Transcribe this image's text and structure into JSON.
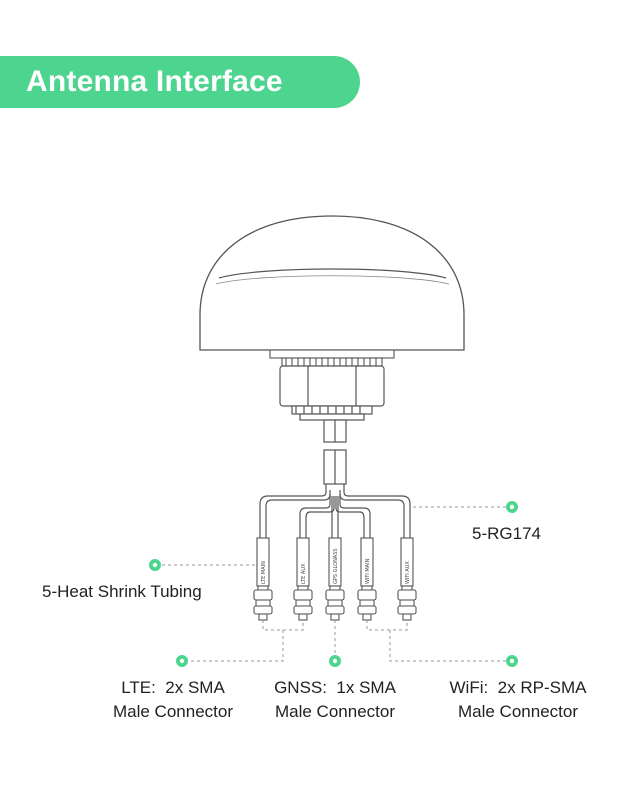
{
  "header": {
    "title": "Antenna Interface"
  },
  "labels": {
    "cable": "5-RG174",
    "tubing": "5-Heat Shrink Tubing",
    "lte": {
      "line1": "LTE:  2x SMA",
      "line2": "Male Connector"
    },
    "gnss": {
      "line1": "GNSS:  1x SMA",
      "line2": "Male Connector"
    },
    "wifi": {
      "line1": "WiFi:  2x RP-SMA",
      "line2": "Male Connector"
    }
  },
  "tube_tags": {
    "lte_main": "LTE MAIN",
    "lte_aux": "LTE AUX",
    "gnss": "GPS GLONASS",
    "wifi_main": "WIFI MAIN",
    "wifi_aux": "WIFI AUX"
  },
  "colors": {
    "accent": "#4dd58f",
    "line": "#555555",
    "leader": "#999999"
  }
}
